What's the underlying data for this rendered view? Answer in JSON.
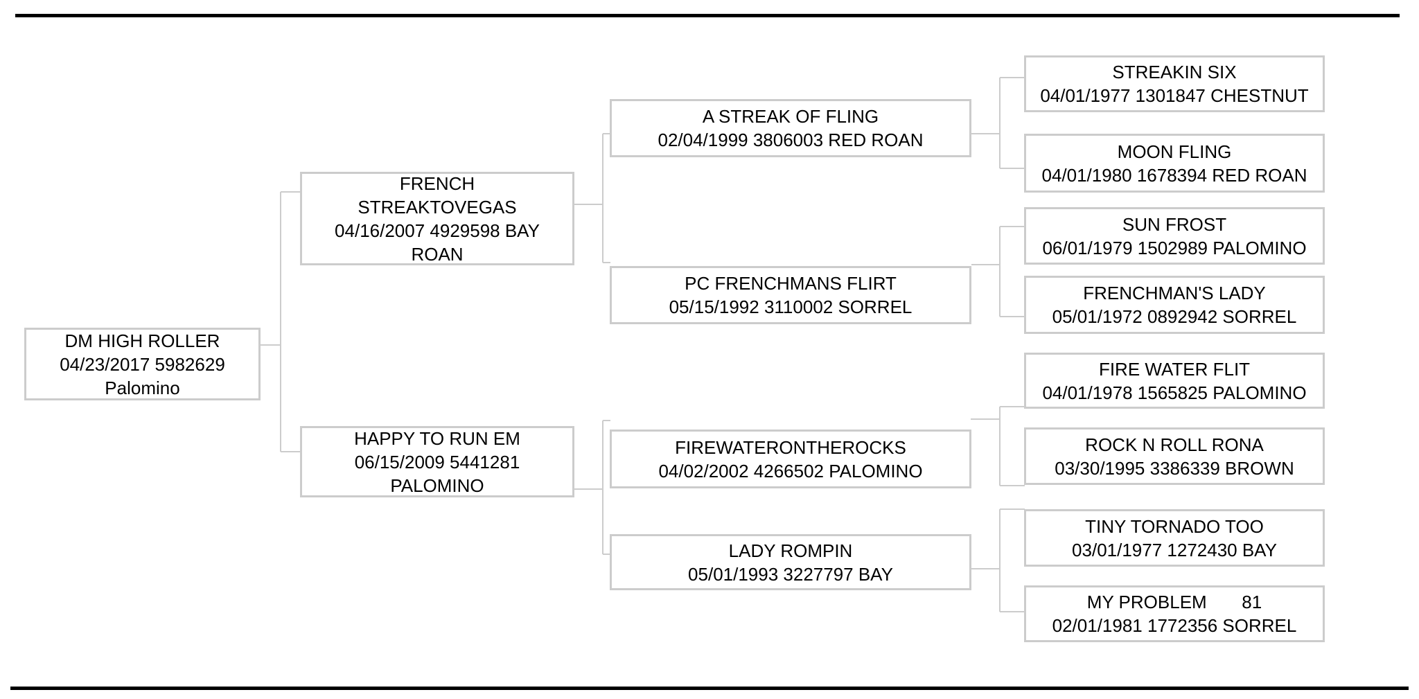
{
  "chart_title": "",
  "colors": {
    "box_border": "#cccccc",
    "connector_line": "#cccccc",
    "rule_line": "#000000",
    "text": "#000000",
    "background": "#ffffff"
  },
  "nodes": {
    "subject": {
      "name": "DM HIGH ROLLER",
      "details": "04/23/2017 5982629 Palomino"
    },
    "g2_top": {
      "name": "FRENCH STREAKTOVEGAS",
      "details": "04/16/2007 4929598 BAY ROAN"
    },
    "g2_bottom": {
      "name": "HAPPY TO RUN EM",
      "details": "06/15/2009 5441281 PALOMINO"
    },
    "g3_1": {
      "name": "A STREAK OF FLING",
      "details": "02/04/1999 3806003 RED ROAN"
    },
    "g3_2": {
      "name": "PC FRENCHMANS FLIRT",
      "details": "05/15/1992 3110002 SORREL"
    },
    "g3_3": {
      "name": "FIREWATERONTHEROCKS",
      "details": "04/02/2002 4266502 PALOMINO"
    },
    "g3_4": {
      "name": "LADY ROMPIN",
      "details": "05/01/1993 3227797 BAY"
    },
    "g4_1": {
      "name": "STREAKIN SIX",
      "details": "04/01/1977 1301847 CHESTNUT"
    },
    "g4_2": {
      "name": "MOON FLING",
      "details": "04/01/1980 1678394 RED ROAN"
    },
    "g4_3": {
      "name": "SUN FROST",
      "details": "06/01/1979 1502989 PALOMINO"
    },
    "g4_4": {
      "name": "FRENCHMAN'S LADY",
      "details": "05/01/1972 0892942 SORREL"
    },
    "g4_5": {
      "name": "FIRE WATER FLIT",
      "details": "04/01/1978 1565825 PALOMINO"
    },
    "g4_6": {
      "name": "ROCK N ROLL RONA",
      "details": "03/30/1995 3386339 BROWN"
    },
    "g4_7": {
      "name": "TINY TORNADO TOO",
      "details": "03/01/1977 1272430 BAY"
    },
    "g4_8": {
      "name": "MY PROBLEM       81",
      "details": "02/01/1981 1772356 SORREL"
    }
  }
}
